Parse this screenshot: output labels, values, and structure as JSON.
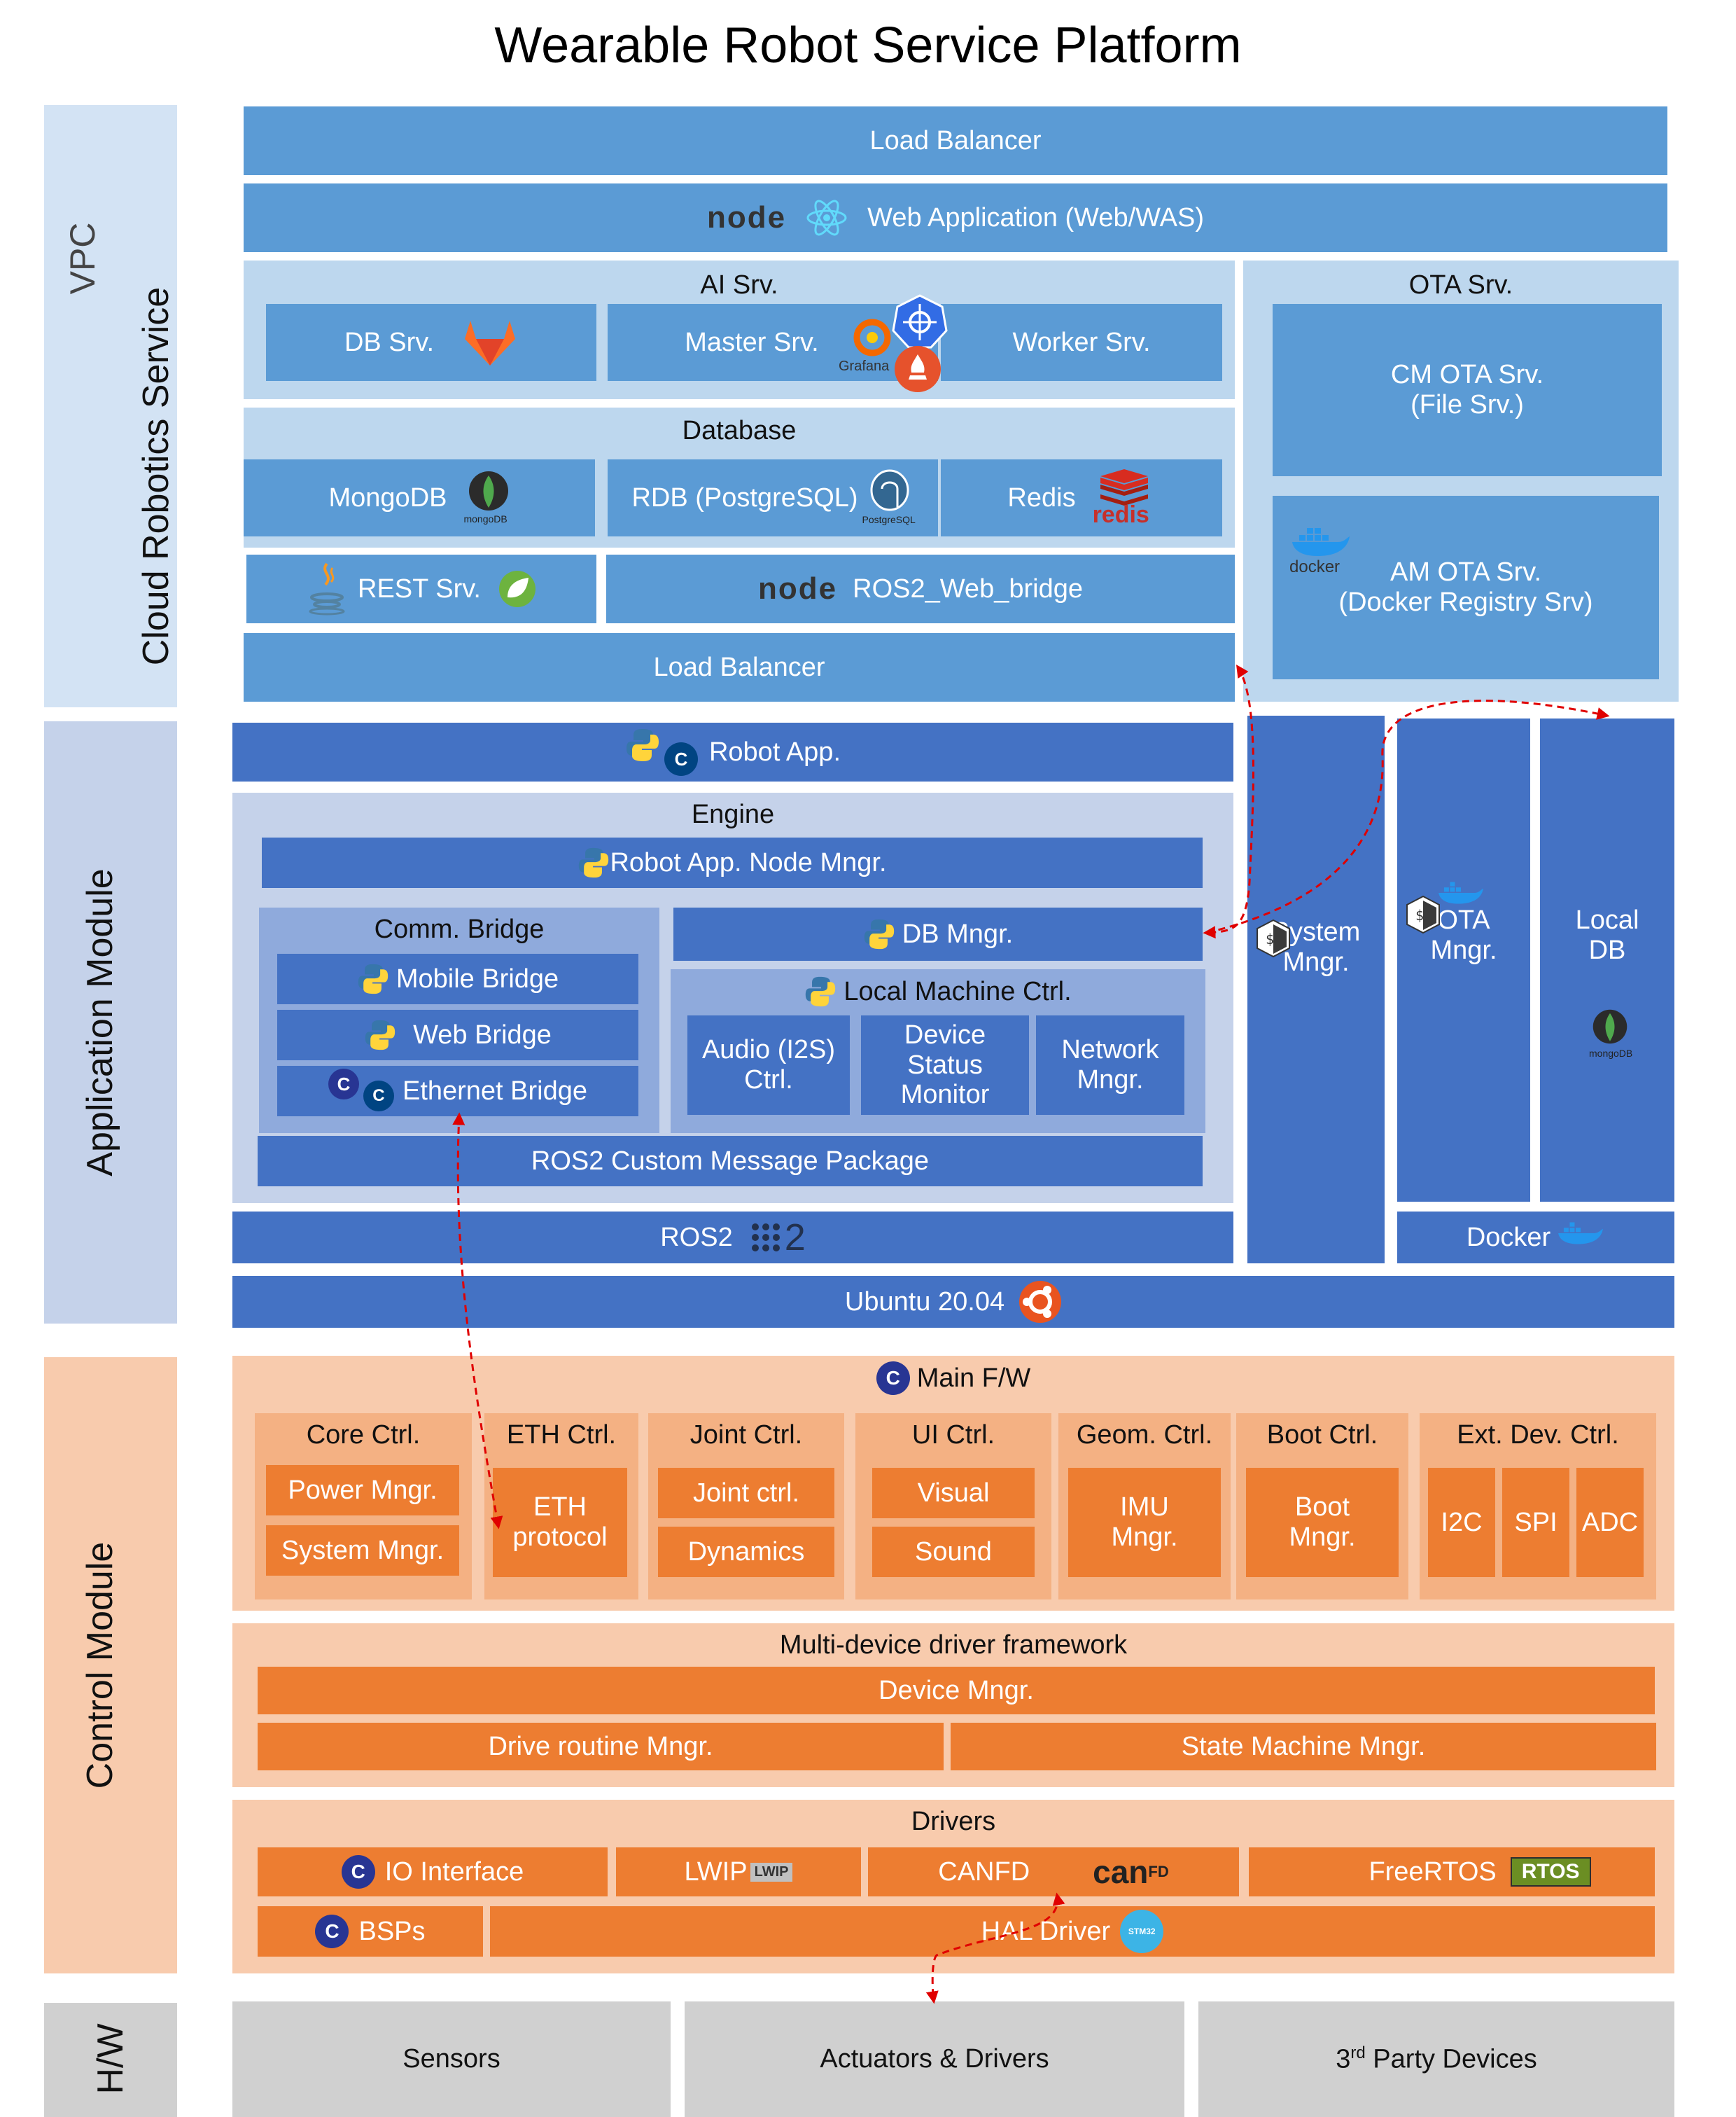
{
  "title": "Wearable Robot Service Platform",
  "sides": {
    "vpc": "VPC",
    "cloud": "Cloud Robotics Service",
    "app": "Application Module",
    "control": "Control Module",
    "hw": "H/W"
  },
  "cloud": {
    "load_balancer_top": "Load Balancer",
    "web_app": "Web Application (Web/WAS)",
    "ai_srv": "AI Srv.",
    "db_srv": "DB Srv.",
    "master_srv": "Master Srv.",
    "worker_srv": "Worker Srv.",
    "grafana_label": "Grafana",
    "database": "Database",
    "mongodb": "MongoDB",
    "rdb": "RDB (PostgreSQL)",
    "redis": "Redis",
    "redis_logo": "redis",
    "rest_srv": "REST Srv.",
    "ros2_web_bridge": "ROS2_Web_bridge",
    "load_balancer_bottom": "Load Balancer",
    "ota_srv": "OTA Srv.",
    "cm_ota": "CM OTA Srv.\n(File Srv.)",
    "am_ota": "AM OTA Srv.\n(Docker Registry Srv)",
    "node_logo": "node",
    "docker_logo": "docker",
    "mongo_logo": "mongoDB",
    "postgres_logo": "PostgreSQL"
  },
  "app": {
    "robot_app": "Robot App.",
    "engine": "Engine",
    "node_mngr": "Robot App. Node Mngr.",
    "comm_bridge": "Comm. Bridge",
    "mobile_bridge": "Mobile Bridge",
    "web_bridge": "Web Bridge",
    "ethernet_bridge": "Ethernet Bridge",
    "db_mngr": "DB Mngr.",
    "local_machine": "Local Machine Ctrl.",
    "audio": "Audio (I2S)\nCtrl.",
    "device_status": "Device\nStatus\nMonitor",
    "network": "Network\nMngr.",
    "ros2_msg": "ROS2 Custom Message Package",
    "ros2": "ROS2",
    "ros2_logo": "2",
    "system_mngr": "System\nMngr.",
    "ota_mngr": "OTA\nMngr.",
    "local_db": "Local\nDB",
    "docker": "Docker",
    "ubuntu": "Ubuntu 20.04"
  },
  "control": {
    "main_fw": "Main F/W",
    "groups": [
      {
        "title": "Core Ctrl.",
        "items": [
          "Power Mngr.",
          "System Mngr."
        ]
      },
      {
        "title": "ETH Ctrl.",
        "items": [
          "ETH\nprotocol"
        ]
      },
      {
        "title": "Joint Ctrl.",
        "items": [
          "Joint ctrl.",
          "Dynamics"
        ]
      },
      {
        "title": "UI Ctrl.",
        "items": [
          "Visual",
          "Sound"
        ]
      },
      {
        "title": "Geom. Ctrl.",
        "items": [
          "IMU\nMngr."
        ]
      },
      {
        "title": "Boot Ctrl.",
        "items": [
          "Boot\nMngr."
        ]
      },
      {
        "title": "Ext. Dev. Ctrl.",
        "items": [
          "I2C",
          "SPI",
          "ADC"
        ]
      }
    ],
    "multi_device": "Multi-device driver framework",
    "device_mngr": "Device Mngr.",
    "drive_routine": "Drive routine Mngr.",
    "state_machine": "State Machine  Mngr.",
    "drivers": "Drivers",
    "io_interface": "IO Interface",
    "lwip": "LWIP",
    "lwip_logo": "LWIP",
    "canfd": "CANFD",
    "can_logo": "can",
    "can_logo_sup": "FD",
    "freertos": "FreeRTOS",
    "freertos_logo": "RTOS",
    "bsps": "BSPs",
    "hal_driver": "HAL Driver",
    "stm_logo": "STM32"
  },
  "hw": {
    "sensors": "Sensors",
    "actuators": "Actuators & Drivers",
    "third_party_num": "3",
    "third_party_sup": "rd",
    "third_party_rest": " Party Devices"
  },
  "colors": {
    "cloud_block": "#5b9bd5",
    "cloud_panel": "#bdd7ee",
    "app_block": "#4472c4",
    "app_panel": "#c5d2ea",
    "ctrl_block": "#ed7d31",
    "ctrl_panel": "#f8cbad",
    "hw_block": "#d0d0d0",
    "arrow": "#e00000"
  }
}
